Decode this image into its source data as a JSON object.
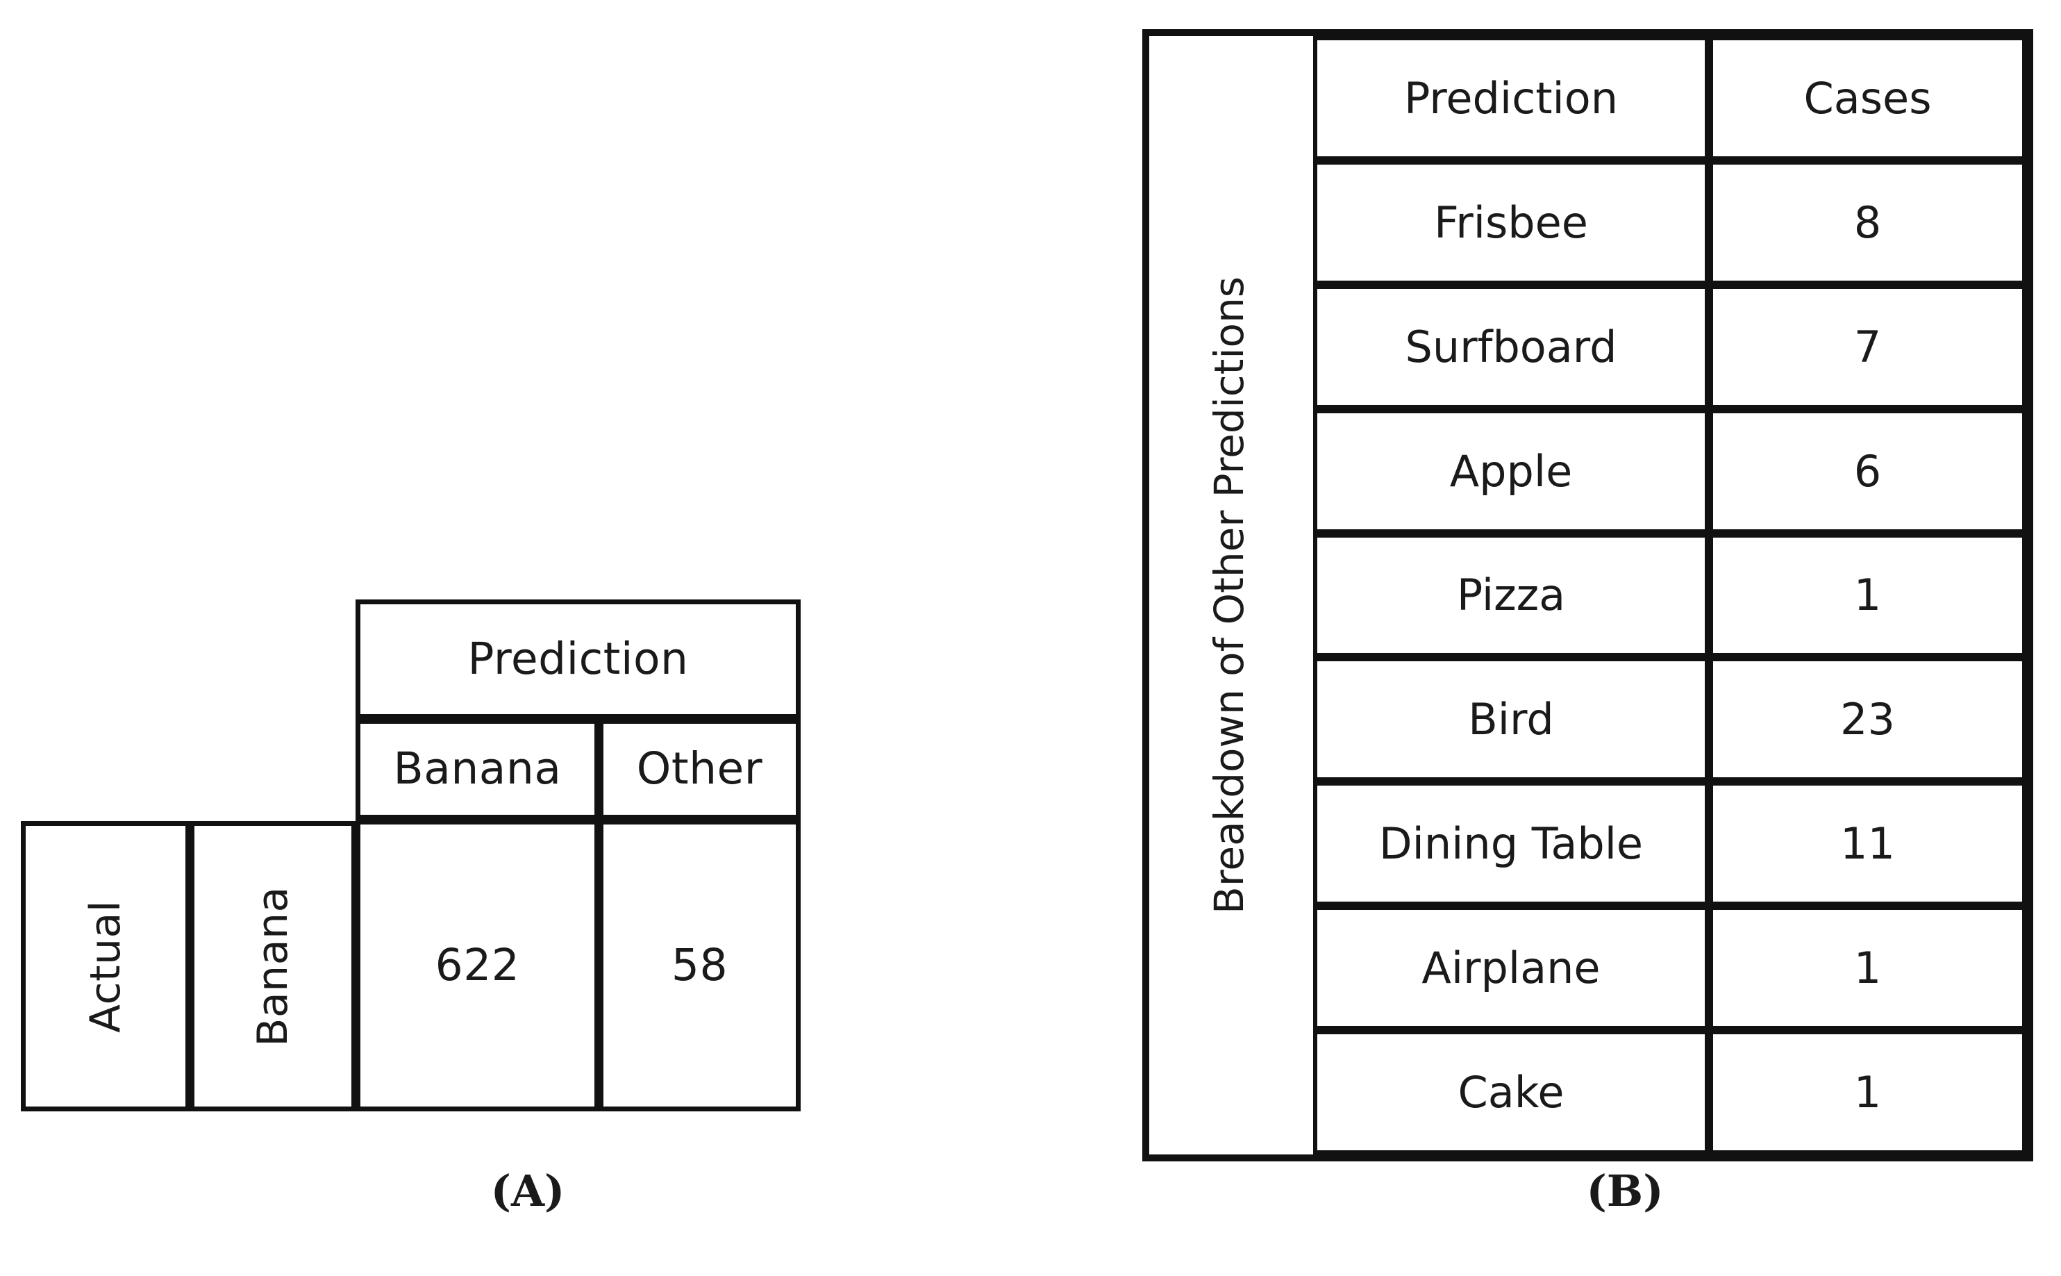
{
  "figure": {
    "panel_a_caption": "(A)",
    "panel_b_caption": "(B)"
  },
  "panel_a": {
    "column_group_header": "Prediction",
    "column_headers": [
      "Banana",
      "Other"
    ],
    "row_group_header": "Actual",
    "row_header": "Banana",
    "values": [
      "622",
      "58"
    ]
  },
  "panel_b": {
    "side_label": "Breakdown of Other Predictions",
    "columns": [
      "Prediction",
      "Cases"
    ],
    "rows": [
      {
        "prediction": "Frisbee",
        "cases": "8"
      },
      {
        "prediction": "Surfboard",
        "cases": "7"
      },
      {
        "prediction": "Apple",
        "cases": "6"
      },
      {
        "prediction": "Pizza",
        "cases": "1"
      },
      {
        "prediction": "Bird",
        "cases": "23"
      },
      {
        "prediction": "Dining Table",
        "cases": "11"
      },
      {
        "prediction": "Airplane",
        "cases": "1"
      },
      {
        "prediction": "Cake",
        "cases": "1"
      }
    ]
  },
  "chart_data": {
    "type": "table",
    "title": "",
    "tables": [
      {
        "name": "A",
        "type": "confusion-matrix",
        "row_axis_label": "Actual",
        "column_axis_label": "Prediction",
        "columns": [
          "Banana",
          "Other"
        ],
        "rows": [
          "Banana"
        ],
        "values": [
          [
            622,
            58
          ]
        ]
      },
      {
        "name": "B",
        "type": "table",
        "side_label": "Breakdown of Other Predictions",
        "columns": [
          "Prediction",
          "Cases"
        ],
        "values": [
          [
            "Frisbee",
            8
          ],
          [
            "Surfboard",
            7
          ],
          [
            "Apple",
            6
          ],
          [
            "Pizza",
            1
          ],
          [
            "Bird",
            23
          ],
          [
            "Dining Table",
            11
          ],
          [
            "Airplane",
            1
          ],
          [
            "Cake",
            1
          ]
        ]
      }
    ]
  }
}
